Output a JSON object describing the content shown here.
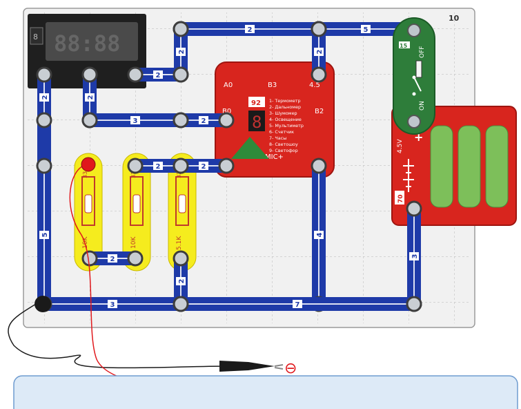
{
  "board": {
    "number": "10"
  },
  "meter": {
    "display": "88:88",
    "badge": "8"
  },
  "wires": [
    {
      "name": "wire-top-1",
      "label": "2"
    },
    {
      "name": "wire-top-2",
      "label": "5"
    },
    {
      "name": "wire-upper-vert",
      "label": "2"
    },
    {
      "name": "wire-row1",
      "label": "2"
    },
    {
      "name": "wire-right-top-vert",
      "label": "2"
    },
    {
      "name": "wire-left-vert-top",
      "label": "2"
    },
    {
      "name": "wire-left-vert-long",
      "label": "5"
    },
    {
      "name": "wire-inner-vert",
      "label": "2"
    },
    {
      "name": "wire-row2-a",
      "label": "3"
    },
    {
      "name": "wire-row2-b",
      "label": "2"
    },
    {
      "name": "wire-mid-a",
      "label": "2"
    },
    {
      "name": "wire-mid-b",
      "label": "2"
    },
    {
      "name": "wire-center-vert",
      "label": "4"
    },
    {
      "name": "wire-res-link",
      "label": "2"
    },
    {
      "name": "wire-res3-vert",
      "label": "2"
    },
    {
      "name": "wire-bottom-a",
      "label": "3"
    },
    {
      "name": "wire-bottom-b",
      "label": "7"
    },
    {
      "name": "wire-battery-vert",
      "label": "3"
    }
  ],
  "module": {
    "badge": "92",
    "digit": "8",
    "pins": {
      "a0": "A0",
      "b3": "B3",
      "b0": "B0",
      "b2": "B2",
      "mic": "MIC+",
      "v45": "4.5"
    },
    "modes": [
      "1- Термометр",
      "2- Дальномер",
      "3- Шумомер",
      "4- Освещение",
      "5- Мультиметр",
      "6- Счетчик",
      "7- Часы",
      "8- Светошоу",
      "9- Светофор"
    ]
  },
  "switch": {
    "badge": "15",
    "on": "ON",
    "off": "OFF"
  },
  "battery": {
    "badge": "70",
    "voltage": "4.5V",
    "plus": "+"
  },
  "resistors": [
    {
      "badge": "33",
      "value": "10K"
    },
    {
      "badge": "33",
      "value": "10K"
    },
    {
      "badge": "32",
      "value": "5.1K"
    }
  ],
  "probes": {
    "minus": "⊖",
    "plus": "⊕"
  },
  "colors": {
    "wire": "#1e3aa8",
    "module": "#d8251e",
    "switch": "#2e7d3a",
    "resistor": "#f5ec1e",
    "battery_cell": "#7dbf5a",
    "probe_red": "#e0181c",
    "panel": "#ddeaf7"
  }
}
